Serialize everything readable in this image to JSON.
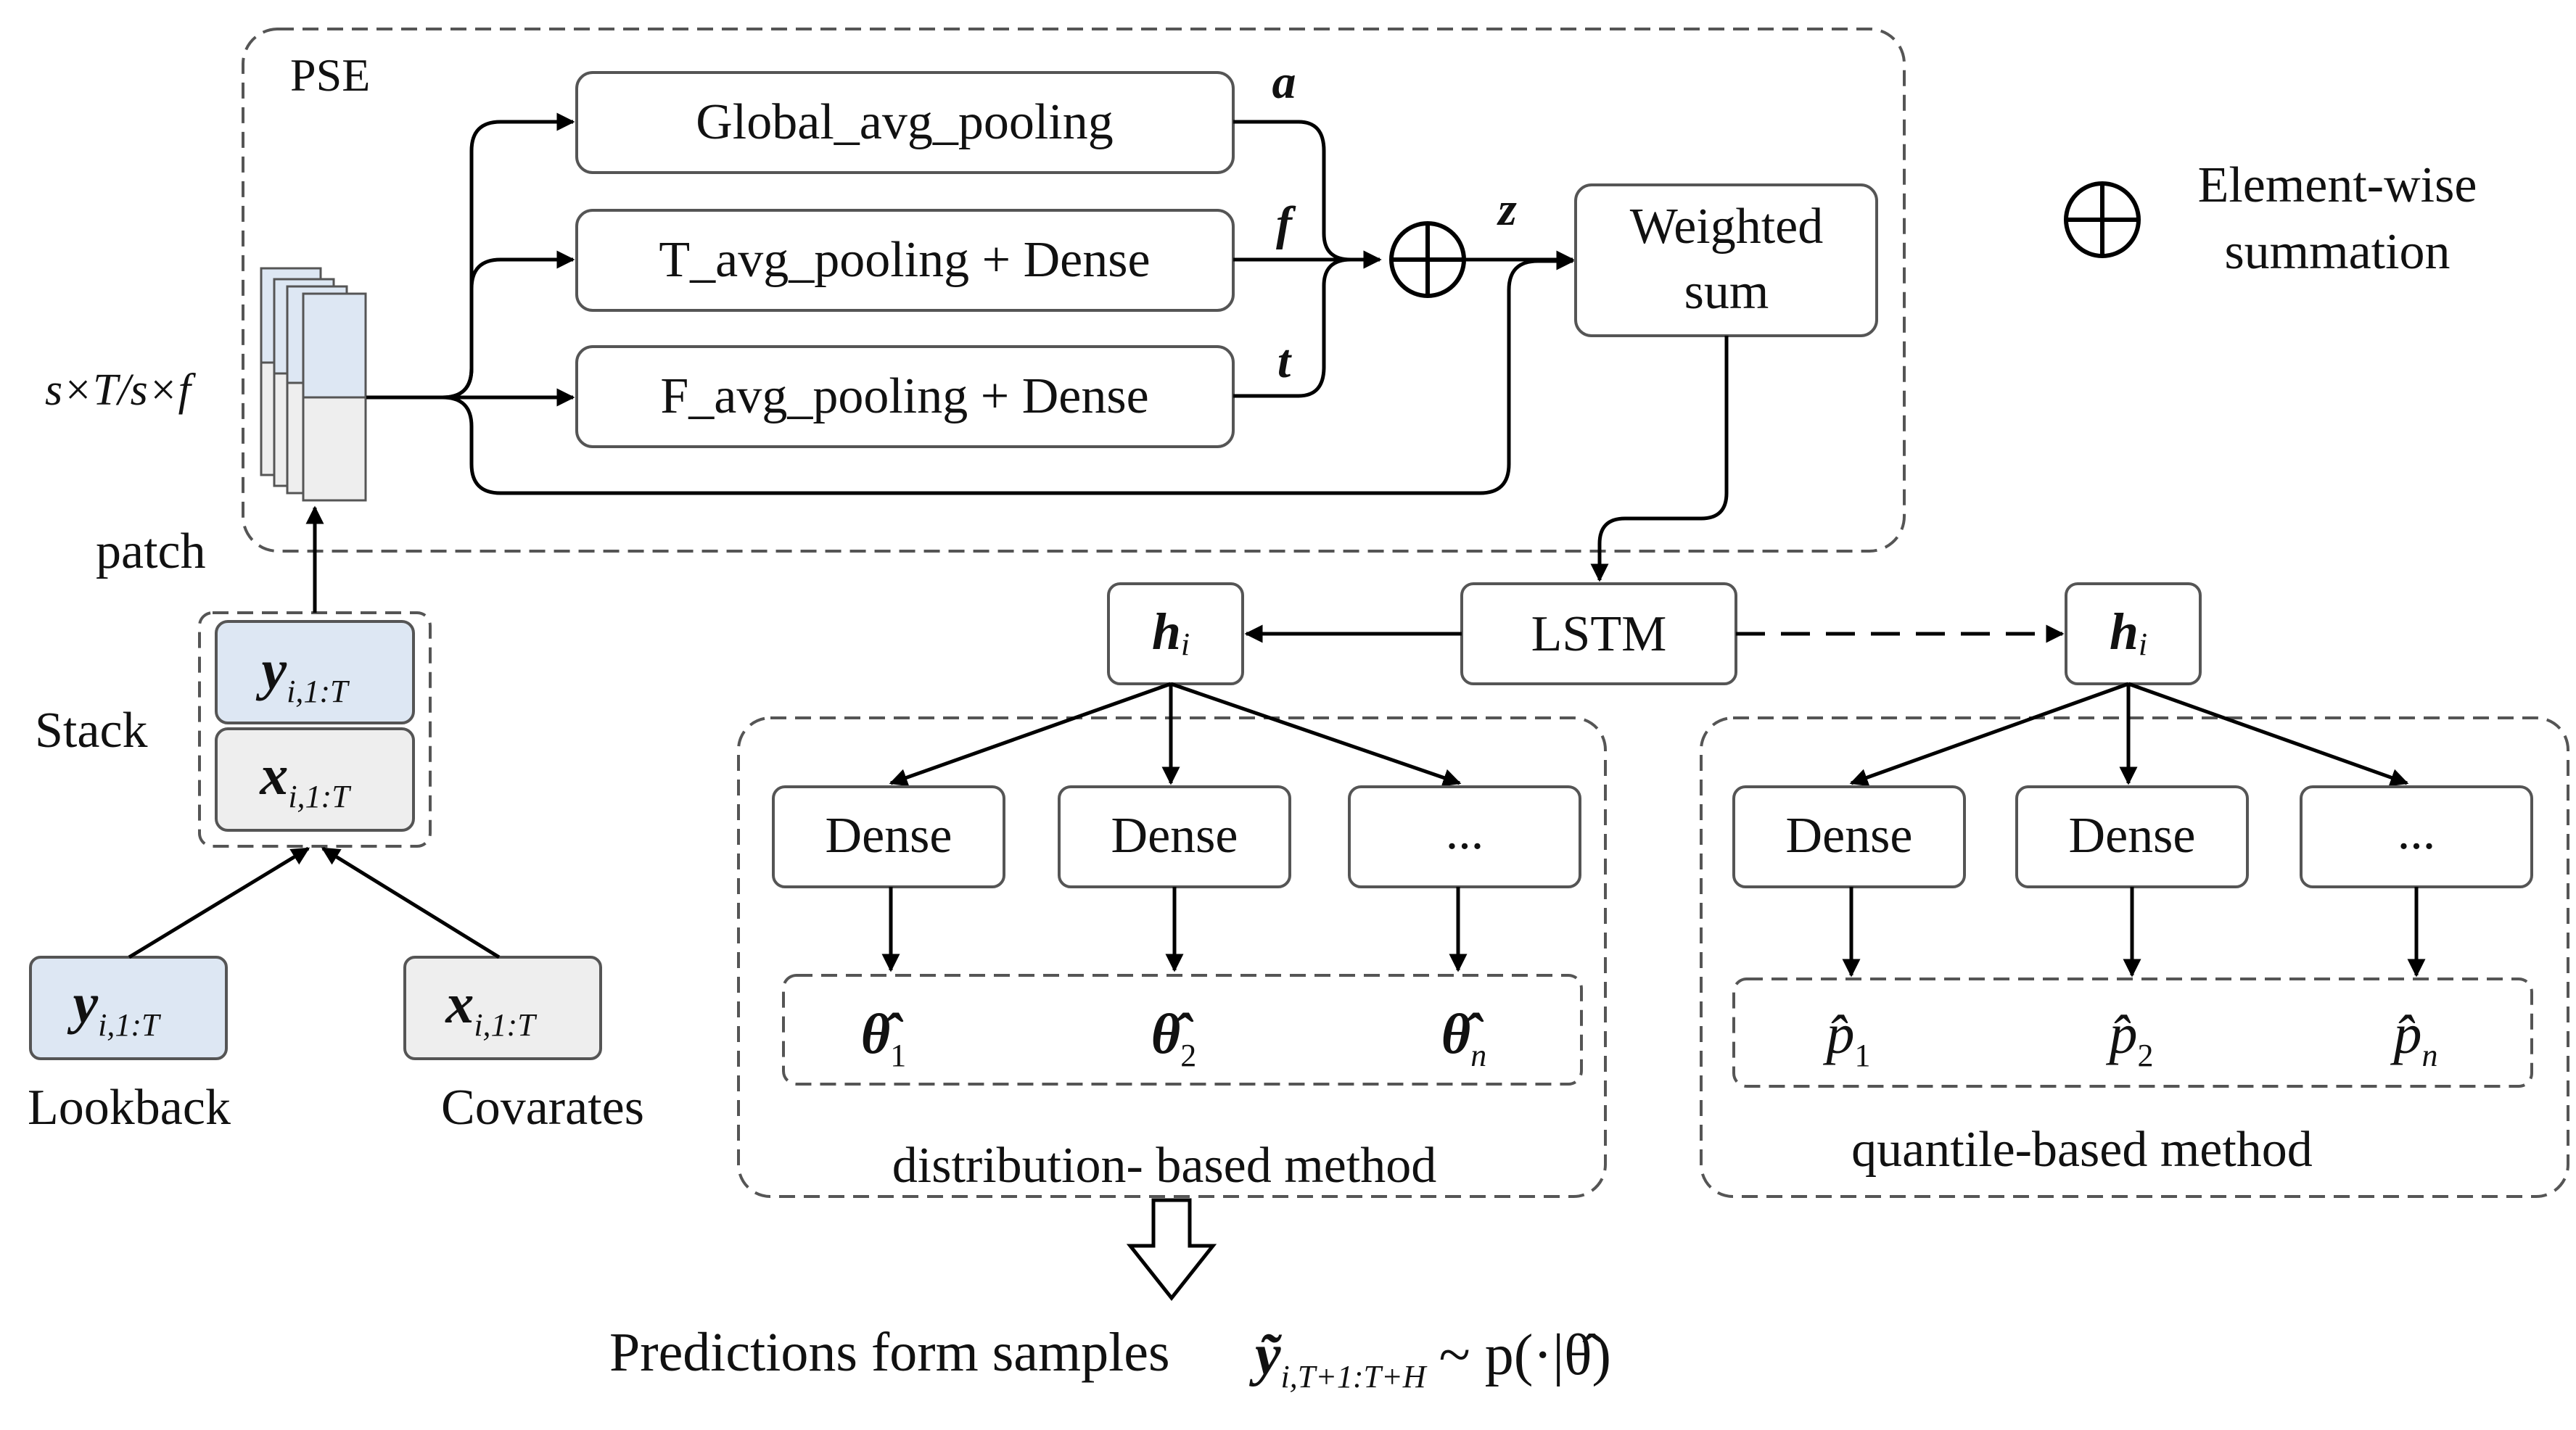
{
  "pse": {
    "title": "PSE",
    "branches": [
      "Global_avg_pooling",
      "T_avg_pooling + Dense",
      "F_avg_pooling + Dense"
    ],
    "branch_outputs": [
      "a",
      "f",
      "t"
    ],
    "sum_output": "z",
    "weighted_sum": [
      "Weighted",
      "sum"
    ]
  },
  "legend": {
    "label_line1": "Element-wise",
    "label_line2": "summation"
  },
  "patch": {
    "shape": "s×T/s×f",
    "label": "patch"
  },
  "stack": {
    "label": "Stack",
    "y": "y",
    "x": "x",
    "sub": "i,1:T"
  },
  "inputs": {
    "lookback": "Lookback",
    "covariates": "Covarates",
    "y": "y",
    "x": "x",
    "sub": "i,1:T"
  },
  "lstm": {
    "label": "LSTM",
    "h": "h",
    "h_sub": "i"
  },
  "distribution_method": {
    "label": "distribution- based method",
    "dense": [
      "Dense",
      "Dense",
      "..."
    ],
    "outputs": [
      "θ̂",
      "θ̂",
      "θ̂"
    ],
    "subs": [
      "1",
      "2",
      "n"
    ]
  },
  "quantile_method": {
    "label": "quantile-based method",
    "dense": [
      "Dense",
      "Dense",
      "..."
    ],
    "outputs": [
      "p̂",
      "p̂",
      "p̂"
    ],
    "subs": [
      "1",
      "2",
      "n"
    ]
  },
  "prediction": {
    "text": "Predictions form samples",
    "y": "ỹ",
    "sub": "i,T+1:T+H",
    "rest": "~ p(·|θ̂)"
  }
}
